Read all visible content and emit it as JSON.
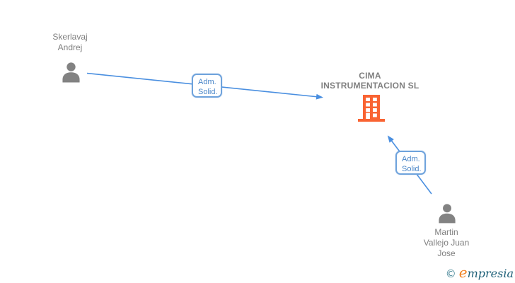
{
  "colors": {
    "edge_blue": "#4a8fe0",
    "label_border_blue": "#6fa3dc",
    "label_text_blue": "#4a86c8",
    "node_text_gray": "#808080",
    "person_icon_gray": "#828282",
    "building_orange": "#f96332",
    "logo_teal": "#1d5f77",
    "logo_orange": "#f08122",
    "background": "#ffffff"
  },
  "diagram": {
    "nodes": {
      "person1": {
        "type": "person",
        "label": "Skerlavaj\nAndrej"
      },
      "company": {
        "type": "company",
        "label": "CIMA\nINSTRUMENTACION SL"
      },
      "person2": {
        "type": "person",
        "label": "Martin\nVallejo Juan\nJose"
      }
    },
    "edges": [
      {
        "from": "Skerlavaj Andrej",
        "to": "CIMA INSTRUMENTACION SL",
        "label": "Adm.\nSolid."
      },
      {
        "from": "Martin Vallejo Juan Jose",
        "to": "CIMA INSTRUMENTACION SL",
        "label": "Adm.\nSolid."
      }
    ]
  },
  "watermark": {
    "copyright": "©",
    "brand_initial": "e",
    "brand_rest": "mpresia"
  }
}
